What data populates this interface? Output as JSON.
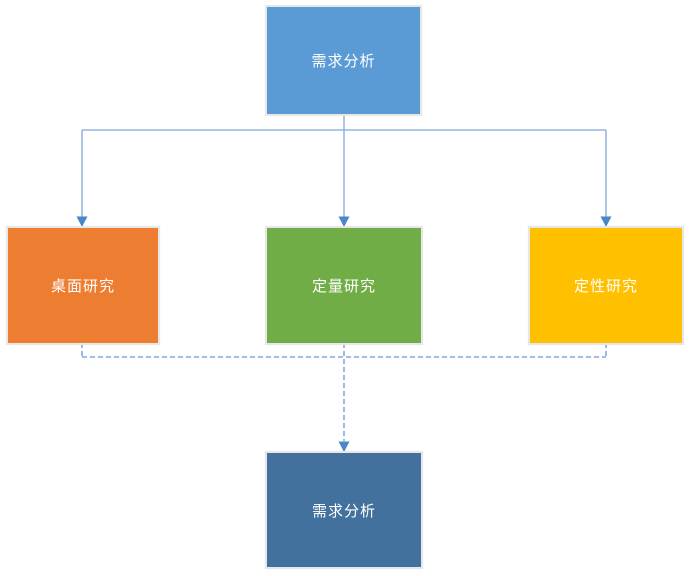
{
  "diagram": {
    "background_color": "#FFFFFF",
    "text_color": "#FFFFFF",
    "connector_color": "#7FA8DC",
    "arrow_color": "#4A86C8",
    "nodes": [
      {
        "label": "需求分析",
        "fill": "#5B9BD5"
      },
      {
        "label": "桌面研究",
        "fill": "#ED7D31"
      },
      {
        "label": "定量研究",
        "fill": "#70AD47"
      },
      {
        "label": "定性研究",
        "fill": "#FFC000"
      },
      {
        "label": "需求分析",
        "fill": "#41719C"
      }
    ]
  }
}
